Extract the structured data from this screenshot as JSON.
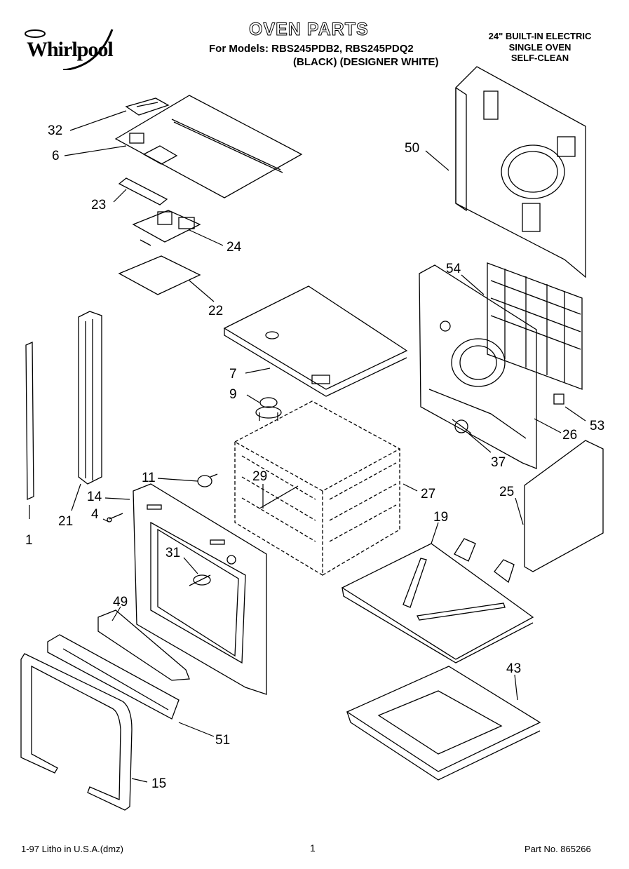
{
  "header": {
    "brand": "Whirlpool",
    "title": "OVEN PARTS",
    "models_line": "For Models: RBS245PDB2, RBS245PDQ2",
    "colors_line": "(BLACK)  (DESIGNER WHITE)",
    "spec_lines": [
      "24\" BUILT-IN ELECTRIC",
      "SINGLE OVEN",
      "SELF-CLEAN"
    ]
  },
  "callouts": {
    "c32": "32",
    "c6": "6",
    "c23": "23",
    "c24": "24",
    "c22": "22",
    "c50": "50",
    "c54": "54",
    "c7": "7",
    "c9": "9",
    "c53": "53",
    "c26": "26",
    "c37": "37",
    "c11": "11",
    "c29": "29",
    "c27": "27",
    "c14": "14",
    "c4": "4",
    "c21": "21",
    "c1": "1",
    "c25": "25",
    "c19": "19",
    "c31": "31",
    "c49": "49",
    "c43": "43",
    "c51": "51",
    "c15": "15"
  },
  "footer": {
    "left": "1-97 Litho in U.S.A.(dmz)",
    "page": "1",
    "part_no": "Part No. 865266"
  }
}
